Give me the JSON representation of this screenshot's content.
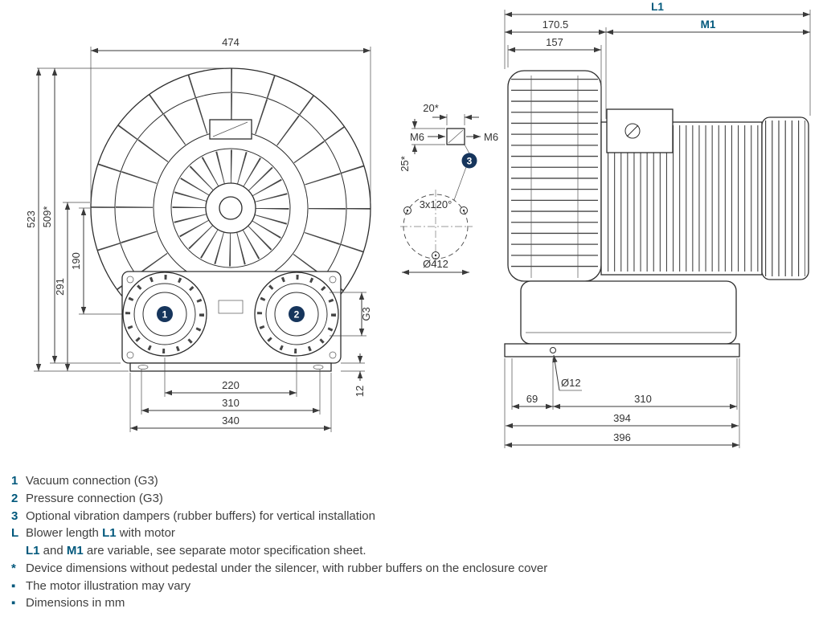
{
  "colors": {
    "accent": "#00587c",
    "callout": "#16355c",
    "line": "#2d2d2d",
    "dim": "#3a3a3a"
  },
  "front": {
    "dim_474": "474",
    "dim_523": "523",
    "dim_509": "509*",
    "dim_291": "291",
    "dim_190": "190",
    "dim_220": "220",
    "dim_310": "310",
    "dim_340": "340",
    "dim_12": "12",
    "dim_g3": "G3",
    "callout_1": "1",
    "callout_2": "2"
  },
  "detail": {
    "dim_20": "20*",
    "m6_left": "M6",
    "m6_right": "M6",
    "dim_25": "25*",
    "callout_3": "3",
    "bolt_pattern": "3x120°",
    "dim_412": "Ø412"
  },
  "side": {
    "dim_l1": "L1",
    "dim_170": "170.5",
    "dim_m1": "M1",
    "dim_157": "157",
    "dim_69": "69",
    "dim_12": "Ø12",
    "dim_310": "310",
    "dim_394": "394",
    "dim_396": "396"
  },
  "legend": {
    "item1_key": "1",
    "item1_text": "Vacuum connection (G3)",
    "item2_key": "2",
    "item2_text": "Pressure connection (G3)",
    "item3_key": "3",
    "item3_text": "Optional vibration dampers (rubber buffers) for vertical installation",
    "item4_key": "L",
    "item4_pre": "Blower length ",
    "item4_hl": "L1",
    "item4_post": " with motor",
    "item5_hl1": "L1",
    "item5_mid": " and ",
    "item5_hl2": "M1",
    "item5_post": " are variable, see separate motor specification sheet.",
    "item6_key": "*",
    "item6_text": "Device dimensions without pedestal under the silencer, with rubber buffers on the enclosure cover",
    "item7_key": "▪",
    "item7_text": "The motor illustration may vary",
    "item8_key": "▪",
    "item8_text": "Dimensions in mm"
  }
}
